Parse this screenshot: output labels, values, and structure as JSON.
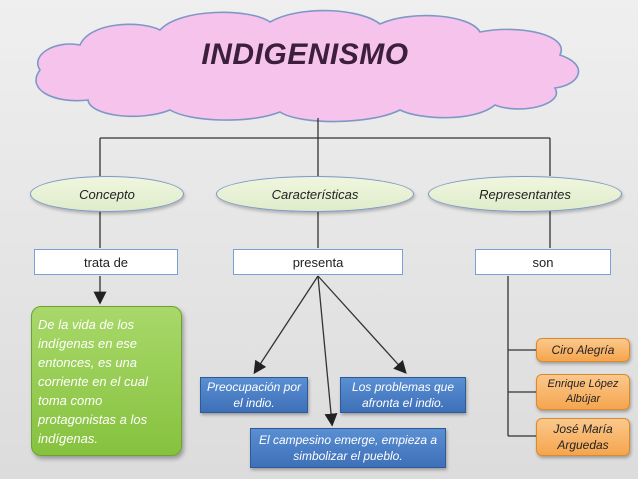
{
  "title": "INDIGENISMO",
  "categories": [
    {
      "label": "Concepto",
      "connector": "trata de"
    },
    {
      "label": "Características",
      "connector": "presenta"
    },
    {
      "label": "Representantes",
      "connector": "son"
    }
  ],
  "concept_text": "De la vida de los indígenas en ese entonces, es una corriente en el cual toma como protagonistas a los indígenas.",
  "characteristics": [
    "Preocupación por el indio.",
    "El campesino emerge, empieza a simbolizar el pueblo.",
    "Los problemas que afronta el indio."
  ],
  "representatives": [
    "Ciro Alegría",
    "Enrique López Albújar",
    "José María Arguedas"
  ],
  "colors": {
    "cloud": "#f6c3ec",
    "cloud_border": "#7e98c6",
    "oval": "#e5efd2",
    "green": "#92c955",
    "blue": "#4679c0",
    "orange": "#f8b462"
  }
}
